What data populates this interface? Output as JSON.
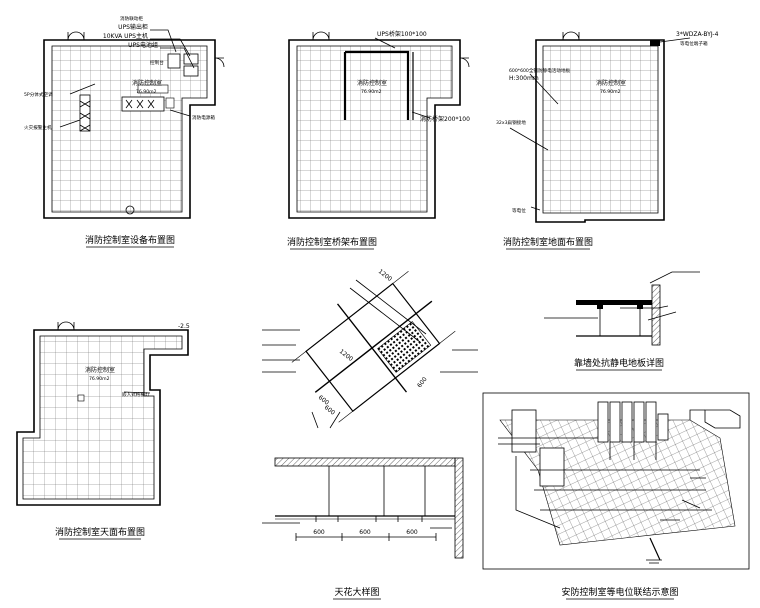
{
  "panels": {
    "equipment_layout": {
      "caption": "消防控制室设备布置图",
      "room_name": "消防控制室",
      "room_area": "76.90m2",
      "labels": {
        "ups_cabinet": "UPS输出柜",
        "ups_10kva": "10KVA UPS主机",
        "ups_battery": "UPS电池组",
        "fire_cabinet": "消防联动柜",
        "split_ac": "5P分体式空调",
        "host": "火灾报警主机",
        "power_box": "消防电源箱",
        "console": "控制台"
      }
    },
    "tray_layout": {
      "caption": "消防控制室桥架布置图",
      "room_name": "消防控制室",
      "room_area": "76.90m2",
      "tray_a": "UPS桥架100*100",
      "tray_b": "消防桥架200*100"
    },
    "floor_layout": {
      "caption": "消防控制室地面布置图",
      "room_name": "消防控制室",
      "room_area": "76.90m2",
      "cable": "3*WDZA-BYJ-4",
      "cable_note": "等电位端子箱",
      "floor_spec": "600*600全钢防静电活动地板",
      "floor_height": "H:300mm",
      "support_note": "32x3扁钢接地",
      "equip_box": "等电位"
    },
    "ceiling_layout": {
      "caption": "消防控制室天面布置图",
      "room_name": "消防控制室",
      "room_area": "76.90m2",
      "level": "-2.5",
      "light_note": "嵌入式格栅灯"
    },
    "ceiling_detail": {
      "caption": "天花大样图",
      "dim_1200_a": "1200",
      "dim_1200_b": "1200",
      "dim_600_a": "600",
      "dim_600_b": "600",
      "dim_600_c": "600",
      "sec_dim_1": "600",
      "sec_dim_2": "600",
      "sec_dim_3": "600"
    },
    "antistatic_detail": {
      "caption": "靠墙处抗静电地板详图"
    },
    "bonding_diagram": {
      "caption": "安防控制室等电位联结示意图"
    }
  }
}
